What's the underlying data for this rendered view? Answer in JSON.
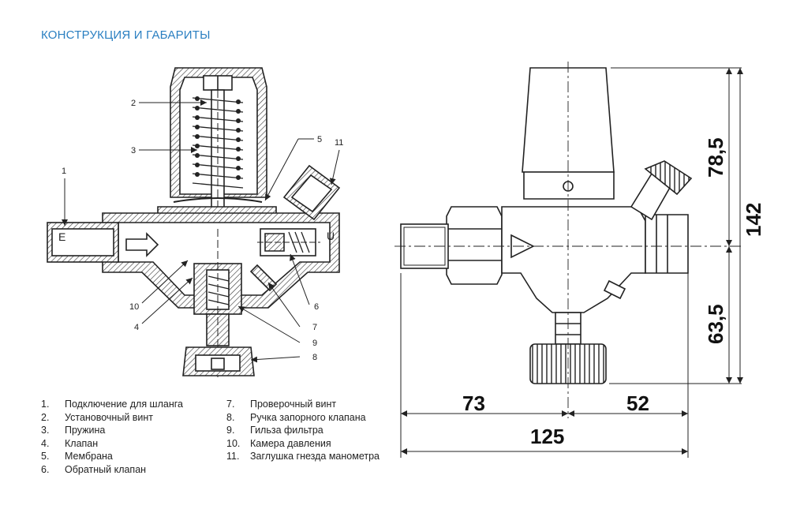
{
  "title": "КОНСТРУКЦИЯ И ГАБАРИТЫ",
  "section_labels": {
    "inlet": "E",
    "outlet": "U"
  },
  "callouts": [
    "1",
    "2",
    "3",
    "4",
    "5",
    "6",
    "7",
    "8",
    "9",
    "10",
    "11"
  ],
  "legend_left": [
    {
      "num": "1.",
      "text": "Подключение для шланга"
    },
    {
      "num": "2.",
      "text": "Установочный винт"
    },
    {
      "num": "3.",
      "text": "Пружина"
    },
    {
      "num": "4.",
      "text": "Клапан"
    },
    {
      "num": "5.",
      "text": "Мембрана"
    },
    {
      "num": "6.",
      "text": "Обратный клапан"
    }
  ],
  "legend_right": [
    {
      "num": "7.",
      "text": "Проверочный винт"
    },
    {
      "num": "8.",
      "text": "Ручка запорного клапана"
    },
    {
      "num": "9.",
      "text": "Гильза фильтра"
    },
    {
      "num": "10.",
      "text": "Камера давления"
    },
    {
      "num": "11.",
      "text": "Заглушка гнезда манометра"
    }
  ],
  "dimensions": {
    "top_height": "78,5",
    "total_height": "142",
    "bottom_height": "63,5",
    "left_width": "73",
    "right_width": "52",
    "total_width": "125"
  }
}
